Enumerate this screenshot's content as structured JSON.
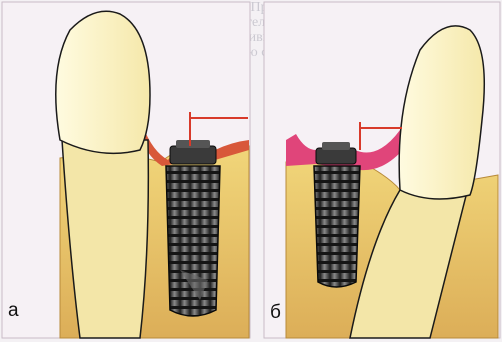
{
  "figure": {
    "panels": [
      {
        "id": "a",
        "label": "а"
      },
      {
        "id": "b",
        "label": "б"
      }
    ],
    "bleed_through_text": [
      "чики - изменения.  При отсутствии соответству",
      "ключении с значительной высокой нагрузкой",
      "постоянно эффективность изменения. Необходимо",
      "ние малый частную сторону кости изменения"
    ],
    "colors": {
      "background": "#f0e9ee",
      "bone": "#e8c470",
      "tooth_crown": "#fbf4c8",
      "gum_panel_a": "#d8583a",
      "gum_panel_b": "#e0457a",
      "implant_metal": "#2a2a2a",
      "measure_line": "#d83a2a"
    }
  }
}
